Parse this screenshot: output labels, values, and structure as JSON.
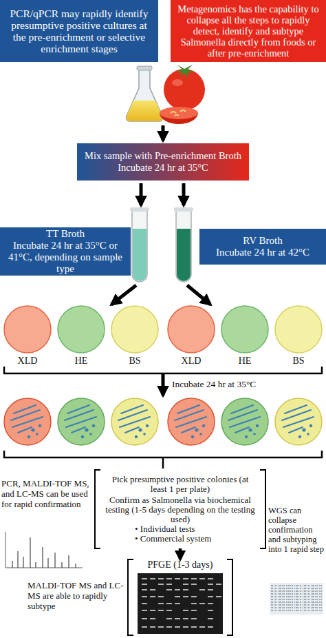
{
  "diagram": {
    "nodes": [
      {
        "text": [
          "PCR/qPCR may rapidly identify presumptive positive cultures at the pre-enrichment or selective enrichment stages"
        ]
      },
      {
        "text": [
          "Metagenomics has the capability to collapse all the steps to rapidly detect, identify and subtype Salmonella directly from foods or after pre-enrichment"
        ]
      },
      {
        "text": [
          "Mix sample with Pre-enrichment Broth",
          "Incubate 24 hr at 35°C"
        ]
      },
      {
        "text": [
          "TT Broth",
          "Incubate 24 hr at 35°C or 41°C, depending on sample type"
        ]
      },
      {
        "text": [
          "RV Broth",
          "Incubate 24 hr at 42°C"
        ]
      },
      {
        "text": [
          "Pick presumptive positive colonies (at least 1 per plate)",
          "Confirm as Salmonella via biochemical testing (1-5 days depending on the testing used)",
          "• Individual tests",
          "• Commercial system"
        ]
      },
      {
        "text": [
          "PFGE (1-3 days)"
        ]
      }
    ],
    "edges": [
      {
        "from": 5,
        "to": 6,
        "arrow": "to"
      }
    ],
    "labels": [
      "PCR, MALDI-TOF MS, and LC-MS can be used for rapid confirmation",
      "MALDI-TOF MS and LC-MS are able to rapidly subtype",
      "WGS can collapse confirmation and subtyping into 1 rapid step",
      "XLD",
      "HE",
      "BS",
      "XLD",
      "HE",
      "BS",
      "Incubate 24 hr at 35°C"
    ]
  }
}
